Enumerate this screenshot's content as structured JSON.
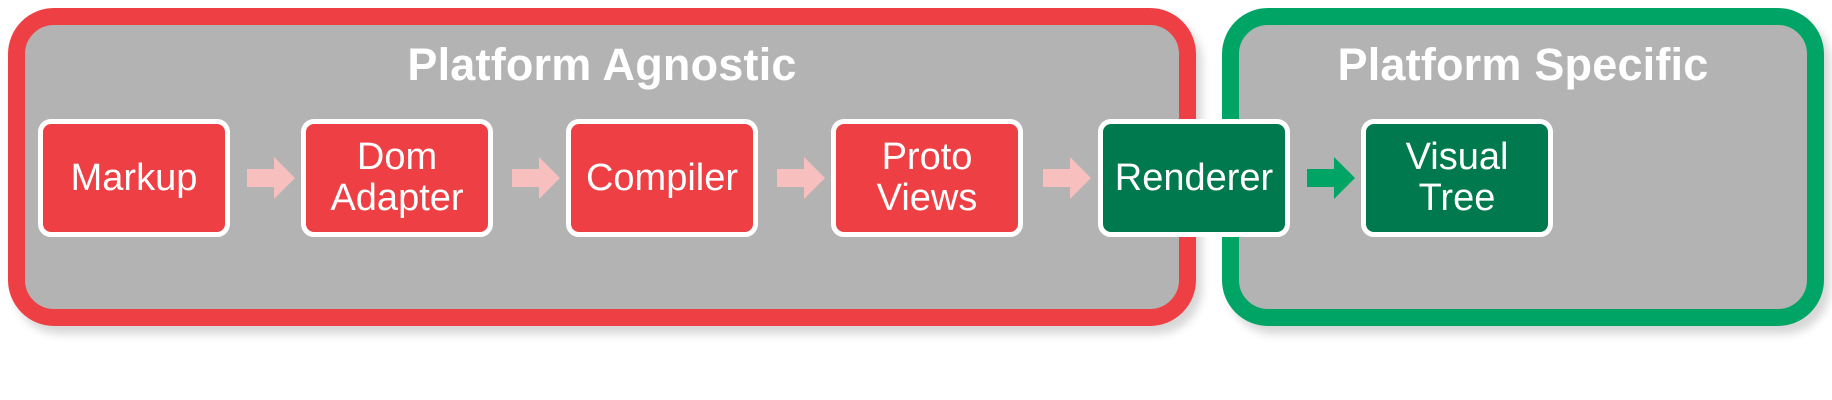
{
  "diagram": {
    "title": "Platform Agnostic / Platform Specific rendering pipeline",
    "colors": {
      "agnostic_border": "#ee4044",
      "specific_border": "#00a566",
      "group_fill": "#b3b3b3",
      "red_node": "#ee4044",
      "green_node": "#00794e",
      "pink_arrow": "#f8bfbf",
      "green_arrow": "#00a566",
      "node_stroke": "#ffffff",
      "text": "#ffffff",
      "page_background": "#ffffff"
    },
    "groups": [
      {
        "id": "agnostic",
        "title": "Platform Agnostic",
        "accent": "#ee4044",
        "nodes": [
          {
            "id": "markup",
            "label": "Markup"
          },
          {
            "id": "dom-adapter",
            "label": "Dom\nAdapter"
          },
          {
            "id": "compiler",
            "label": "Compiler"
          },
          {
            "id": "proto-views",
            "label": "Proto\nViews"
          }
        ]
      },
      {
        "id": "specific",
        "title": "Platform Specific",
        "accent": "#00a566",
        "nodes": [
          {
            "id": "renderer",
            "label": "Renderer"
          },
          {
            "id": "visual-tree",
            "label": "Visual\nTree"
          }
        ]
      }
    ],
    "connectors": [
      {
        "id": "markup-to-dom-adapter",
        "from": "markup",
        "to": "dom-adapter",
        "color": "#f8bfbf"
      },
      {
        "id": "dom-adapter-to-compiler",
        "from": "dom-adapter",
        "to": "compiler",
        "color": "#f8bfbf"
      },
      {
        "id": "compiler-to-proto-views",
        "from": "compiler",
        "to": "proto-views",
        "color": "#f8bfbf"
      },
      {
        "id": "proto-views-to-renderer",
        "from": "proto-views",
        "to": "renderer",
        "color": "#f8bfbf"
      },
      {
        "id": "renderer-to-visual-tree",
        "from": "renderer",
        "to": "visual-tree",
        "color": "#00a566"
      }
    ]
  }
}
